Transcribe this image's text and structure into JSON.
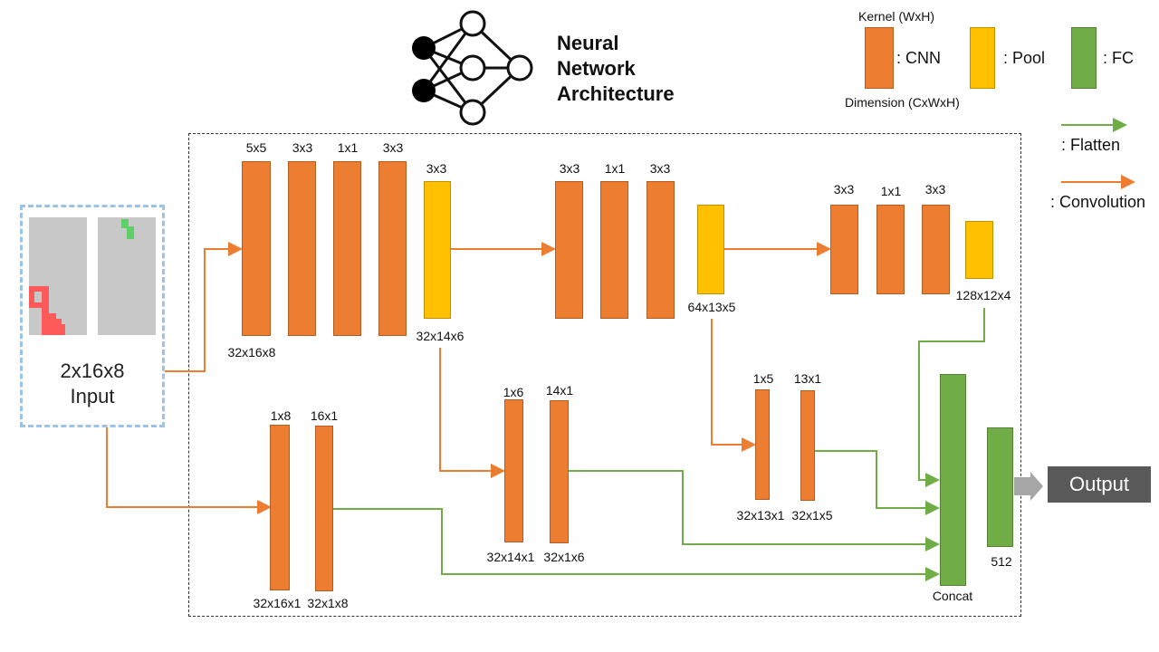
{
  "title": {
    "lines": [
      "Neural",
      "Network",
      "Architecture"
    ]
  },
  "legend": {
    "kernel_label": "Kernel (WxH)",
    "dimension_label": "Dimension (CxWxH)",
    "cnn": ": CNN",
    "pool": ": Pool",
    "fc": ": FC",
    "flatten": ": Flatten",
    "convolution": ": Convolution"
  },
  "colors": {
    "cnn": "#ED7D31",
    "pool": "#FFC000",
    "fc": "#70AD47",
    "input_border": "#9DC3E6",
    "output_bg": "#595959"
  },
  "input": {
    "line1": "2x16x8",
    "line2": "Input"
  },
  "output": {
    "label": "Output"
  },
  "top_branch": {
    "kernels_1": [
      "5x5",
      "3x3",
      "1x1",
      "3x3"
    ],
    "pool_1_kernel": "3x3",
    "dim_1": "32x16x8",
    "pool_1_dim": "32x14x6",
    "kernels_2": [
      "3x3",
      "1x1",
      "3x3"
    ],
    "pool_2_dim": "64x13x5",
    "kernels_3": [
      "3x3",
      "1x1",
      "3x3"
    ],
    "pool_3_dim": "128x12x4"
  },
  "bottom_branch": {
    "a_kernels": [
      "1x8",
      "16x1"
    ],
    "a_dims": [
      "32x16x1",
      "32x1x8"
    ],
    "b_kernels": [
      "1x6",
      "14x1"
    ],
    "b_dims": [
      "32x14x1",
      "32x1x6"
    ],
    "c_kernels": [
      "1x5",
      "13x1"
    ],
    "c_dims": [
      "32x13x1",
      "32x1x5"
    ]
  },
  "concat_label": "Concat",
  "fc_label": "512"
}
